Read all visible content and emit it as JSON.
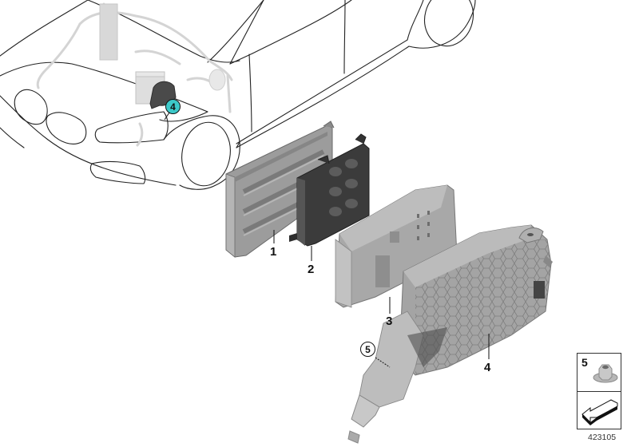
{
  "diagram": {
    "type": "exploded parts diagram",
    "diagram_id": "423105",
    "vehicle_locator": {
      "callout_number": "4",
      "callout_color": "#3cc8c8"
    },
    "callouts": [
      {
        "number": "1",
        "part": "control unit housing cover"
      },
      {
        "number": "2",
        "part": "black bracket / holder"
      },
      {
        "number": "3",
        "part": "grey housing"
      },
      {
        "number": "4",
        "part": "honeycomb-ribbed carrier"
      },
      {
        "number": "5",
        "part": "nut (circled reference)"
      }
    ],
    "legend": {
      "item_number": "5",
      "item_icon": "hex-collar-nut-icon",
      "second_icon": "arrow-left-down-icon"
    },
    "colors": {
      "line": "#222222",
      "part_grey_light": "#b9b9b9",
      "part_grey": "#9a9a9a",
      "part_dark": "#3a3a3a",
      "ghost": "#d7d7d7"
    }
  }
}
